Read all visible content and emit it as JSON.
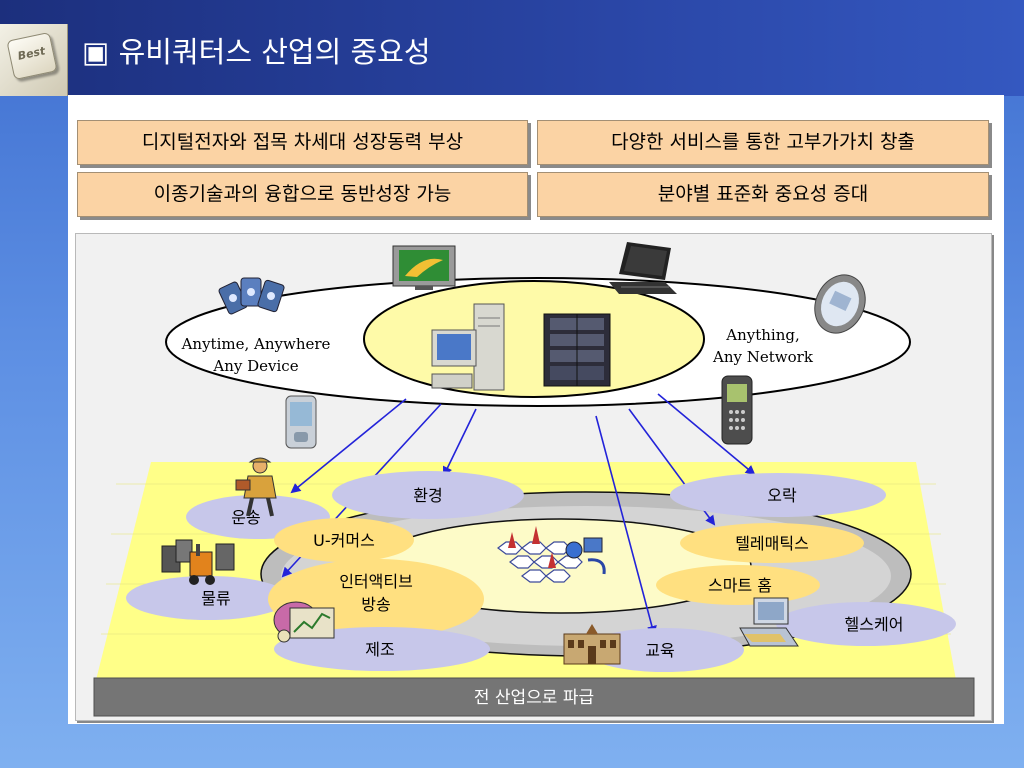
{
  "header": {
    "title": "▣ 유비쿼터스 산업의 중요성",
    "logo_text": "Best"
  },
  "boxes": [
    "디지털전자와 접목 차세대 성장동력 부상",
    "다양한 서비스를 통한 고부가가치 창출",
    "이종기술과의 융합으로 동반성장 가능",
    "분야별 표준화 중요성 증대"
  ],
  "diagram": {
    "left_label": [
      "Anytime, Anywhere",
      "Any Device"
    ],
    "right_label": [
      "Anything,",
      "Any Network"
    ],
    "industries": {
      "transport": "운송",
      "environment": "환경",
      "entertainment": "오락",
      "ucommerce": "U-커머스",
      "telematics": "텔레매틱스",
      "logistics": "물류",
      "interactive_broadcast": [
        "인터액티브",
        "방송"
      ],
      "smart_home": "스마트 홈",
      "healthcare": "헬스케어",
      "manufacturing": "제조",
      "education": "교육"
    },
    "footer": "전 산업으로 파급"
  },
  "colors": {
    "title_bar": "#2a46a6",
    "box_fill": "#fbd3a4",
    "center_fill": "#fefaa8",
    "floor_fill": "#ffff88",
    "ring_fill": "#c0c0c0",
    "bubble_blue": "#c7c7ea",
    "bubble_yellow": "#ffe080",
    "arrow": "#2323d9",
    "footer_bar": "#757575"
  },
  "icons": [
    "pda-cards-icon",
    "tv-monitor-icon",
    "laptop-icon",
    "cd-player-icon",
    "pda-icon",
    "mobile-phone-icon",
    "desktop-computer-icon",
    "server-icon",
    "worker-icon",
    "forklift-icon",
    "factory-robot-icon",
    "network-cell-icon",
    "school-building-icon",
    "medical-device-icon"
  ]
}
